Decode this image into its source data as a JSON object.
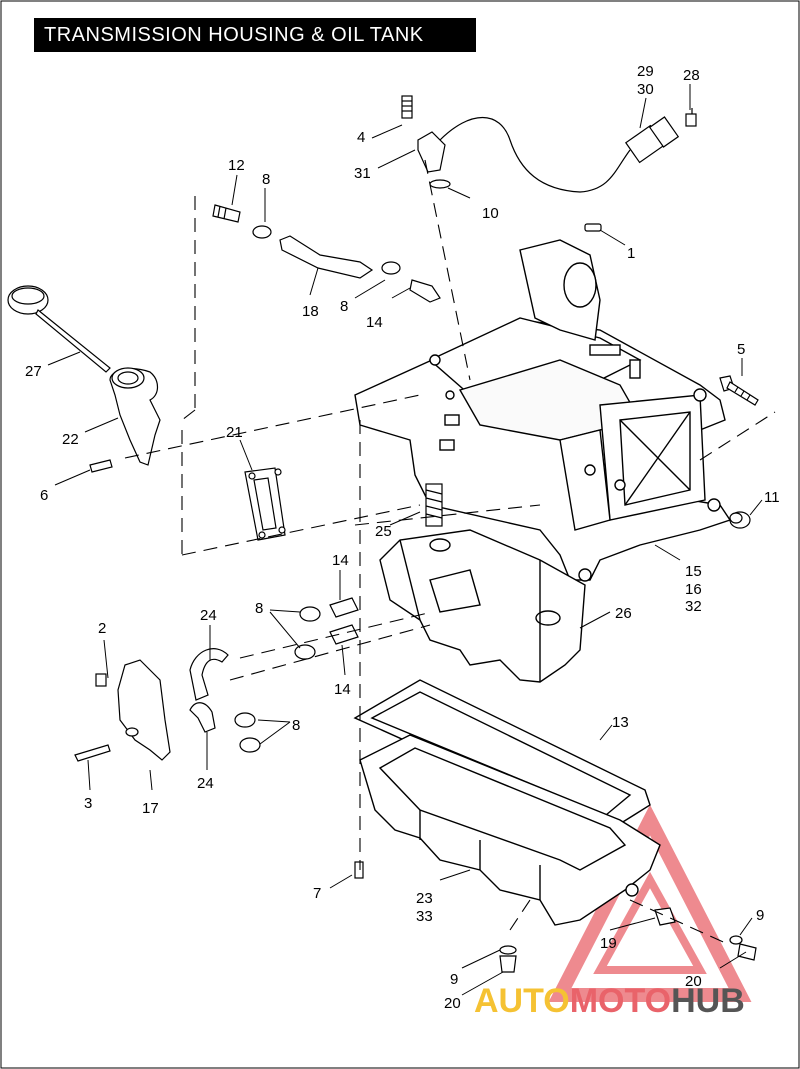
{
  "title": "TRANSMISSION HOUSING & OIL TANK",
  "callouts": [
    {
      "id": "c1",
      "text": "1"
    },
    {
      "id": "c2",
      "text": "2"
    },
    {
      "id": "c3",
      "text": "3"
    },
    {
      "id": "c4",
      "text": "4"
    },
    {
      "id": "c5",
      "text": "5"
    },
    {
      "id": "c6",
      "text": "6"
    },
    {
      "id": "c7",
      "text": "7"
    },
    {
      "id": "c8a",
      "text": "8"
    },
    {
      "id": "c8b",
      "text": "8"
    },
    {
      "id": "c8c",
      "text": "8"
    },
    {
      "id": "c8d",
      "text": "8"
    },
    {
      "id": "c9a",
      "text": "9"
    },
    {
      "id": "c9b",
      "text": "9"
    },
    {
      "id": "c10",
      "text": "10"
    },
    {
      "id": "c11",
      "text": "11"
    },
    {
      "id": "c12",
      "text": "12"
    },
    {
      "id": "c13",
      "text": "13"
    },
    {
      "id": "c14a",
      "text": "14"
    },
    {
      "id": "c14b",
      "text": "14"
    },
    {
      "id": "c14c",
      "text": "14"
    },
    {
      "id": "c15",
      "text": "15"
    },
    {
      "id": "c16",
      "text": "16"
    },
    {
      "id": "c32",
      "text": "32"
    },
    {
      "id": "c17",
      "text": "17"
    },
    {
      "id": "c18",
      "text": "18"
    },
    {
      "id": "c19",
      "text": "19"
    },
    {
      "id": "c20a",
      "text": "20"
    },
    {
      "id": "c20b",
      "text": "20"
    },
    {
      "id": "c21",
      "text": "21"
    },
    {
      "id": "c22",
      "text": "22"
    },
    {
      "id": "c23",
      "text": "23"
    },
    {
      "id": "c33",
      "text": "33"
    },
    {
      "id": "c24a",
      "text": "24"
    },
    {
      "id": "c24b",
      "text": "24"
    },
    {
      "id": "c25",
      "text": "25"
    },
    {
      "id": "c26",
      "text": "26"
    },
    {
      "id": "c27",
      "text": "27"
    },
    {
      "id": "c28",
      "text": "28"
    },
    {
      "id": "c29",
      "text": "29"
    },
    {
      "id": "c30",
      "text": "30"
    },
    {
      "id": "c31",
      "text": "31"
    }
  ],
  "watermark": {
    "part1": "AUTO",
    "part2": "MOTO",
    "part3": "HUB",
    "colors": {
      "yellow": "#f5c233",
      "red": "#e9636a",
      "gray": "#555555"
    }
  }
}
